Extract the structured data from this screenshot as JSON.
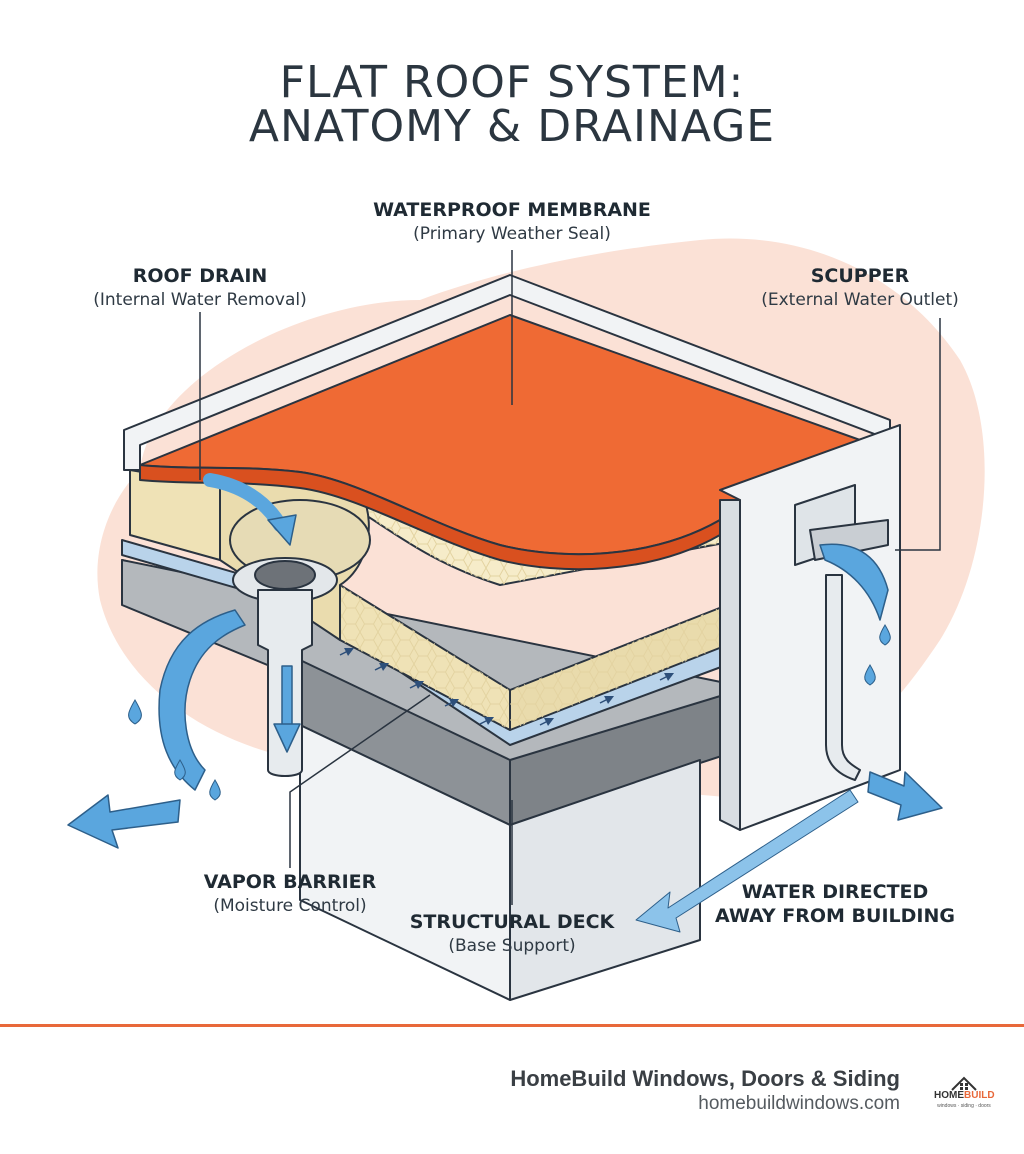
{
  "title": {
    "line1": "FLAT ROOF SYSTEM:",
    "line2": "ANATOMY & DRAINAGE"
  },
  "labels": {
    "membrane": {
      "heading": "WATERPROOF MEMBRANE",
      "sub": "(Primary Weather Seal)"
    },
    "drain": {
      "heading": "ROOF DRAIN",
      "sub": "(Internal Water Removal)"
    },
    "scupper": {
      "heading": "SCUPPER",
      "sub": "(External Water Outlet)"
    },
    "vapor": {
      "heading": "VAPOR BARRIER",
      "sub": "(Moisture Control)"
    },
    "deck": {
      "heading": "STRUCTURAL DECK",
      "sub": "(Base Support)"
    },
    "water": {
      "line1": "WATER DIRECTED",
      "line2": "AWAY FROM BUILDING"
    }
  },
  "footer": {
    "company": "HomeBuild Windows, Doors & Siding",
    "url": "homebuildwindows.com",
    "logo_word_a": "HOME",
    "logo_word_b": "BUILD",
    "logo_tagline": "windows · siding · doors"
  },
  "colors": {
    "membrane": "#ef6a34",
    "membrane_dark": "#d9501f",
    "insulation": "#f6ecc9",
    "vapor": "#b9d3ea",
    "deck": "#9a9ea3",
    "wall": "#f1f3f5",
    "water": "#5aa6de",
    "accent": "#e8683a",
    "blob": "#fbe1d6"
  }
}
